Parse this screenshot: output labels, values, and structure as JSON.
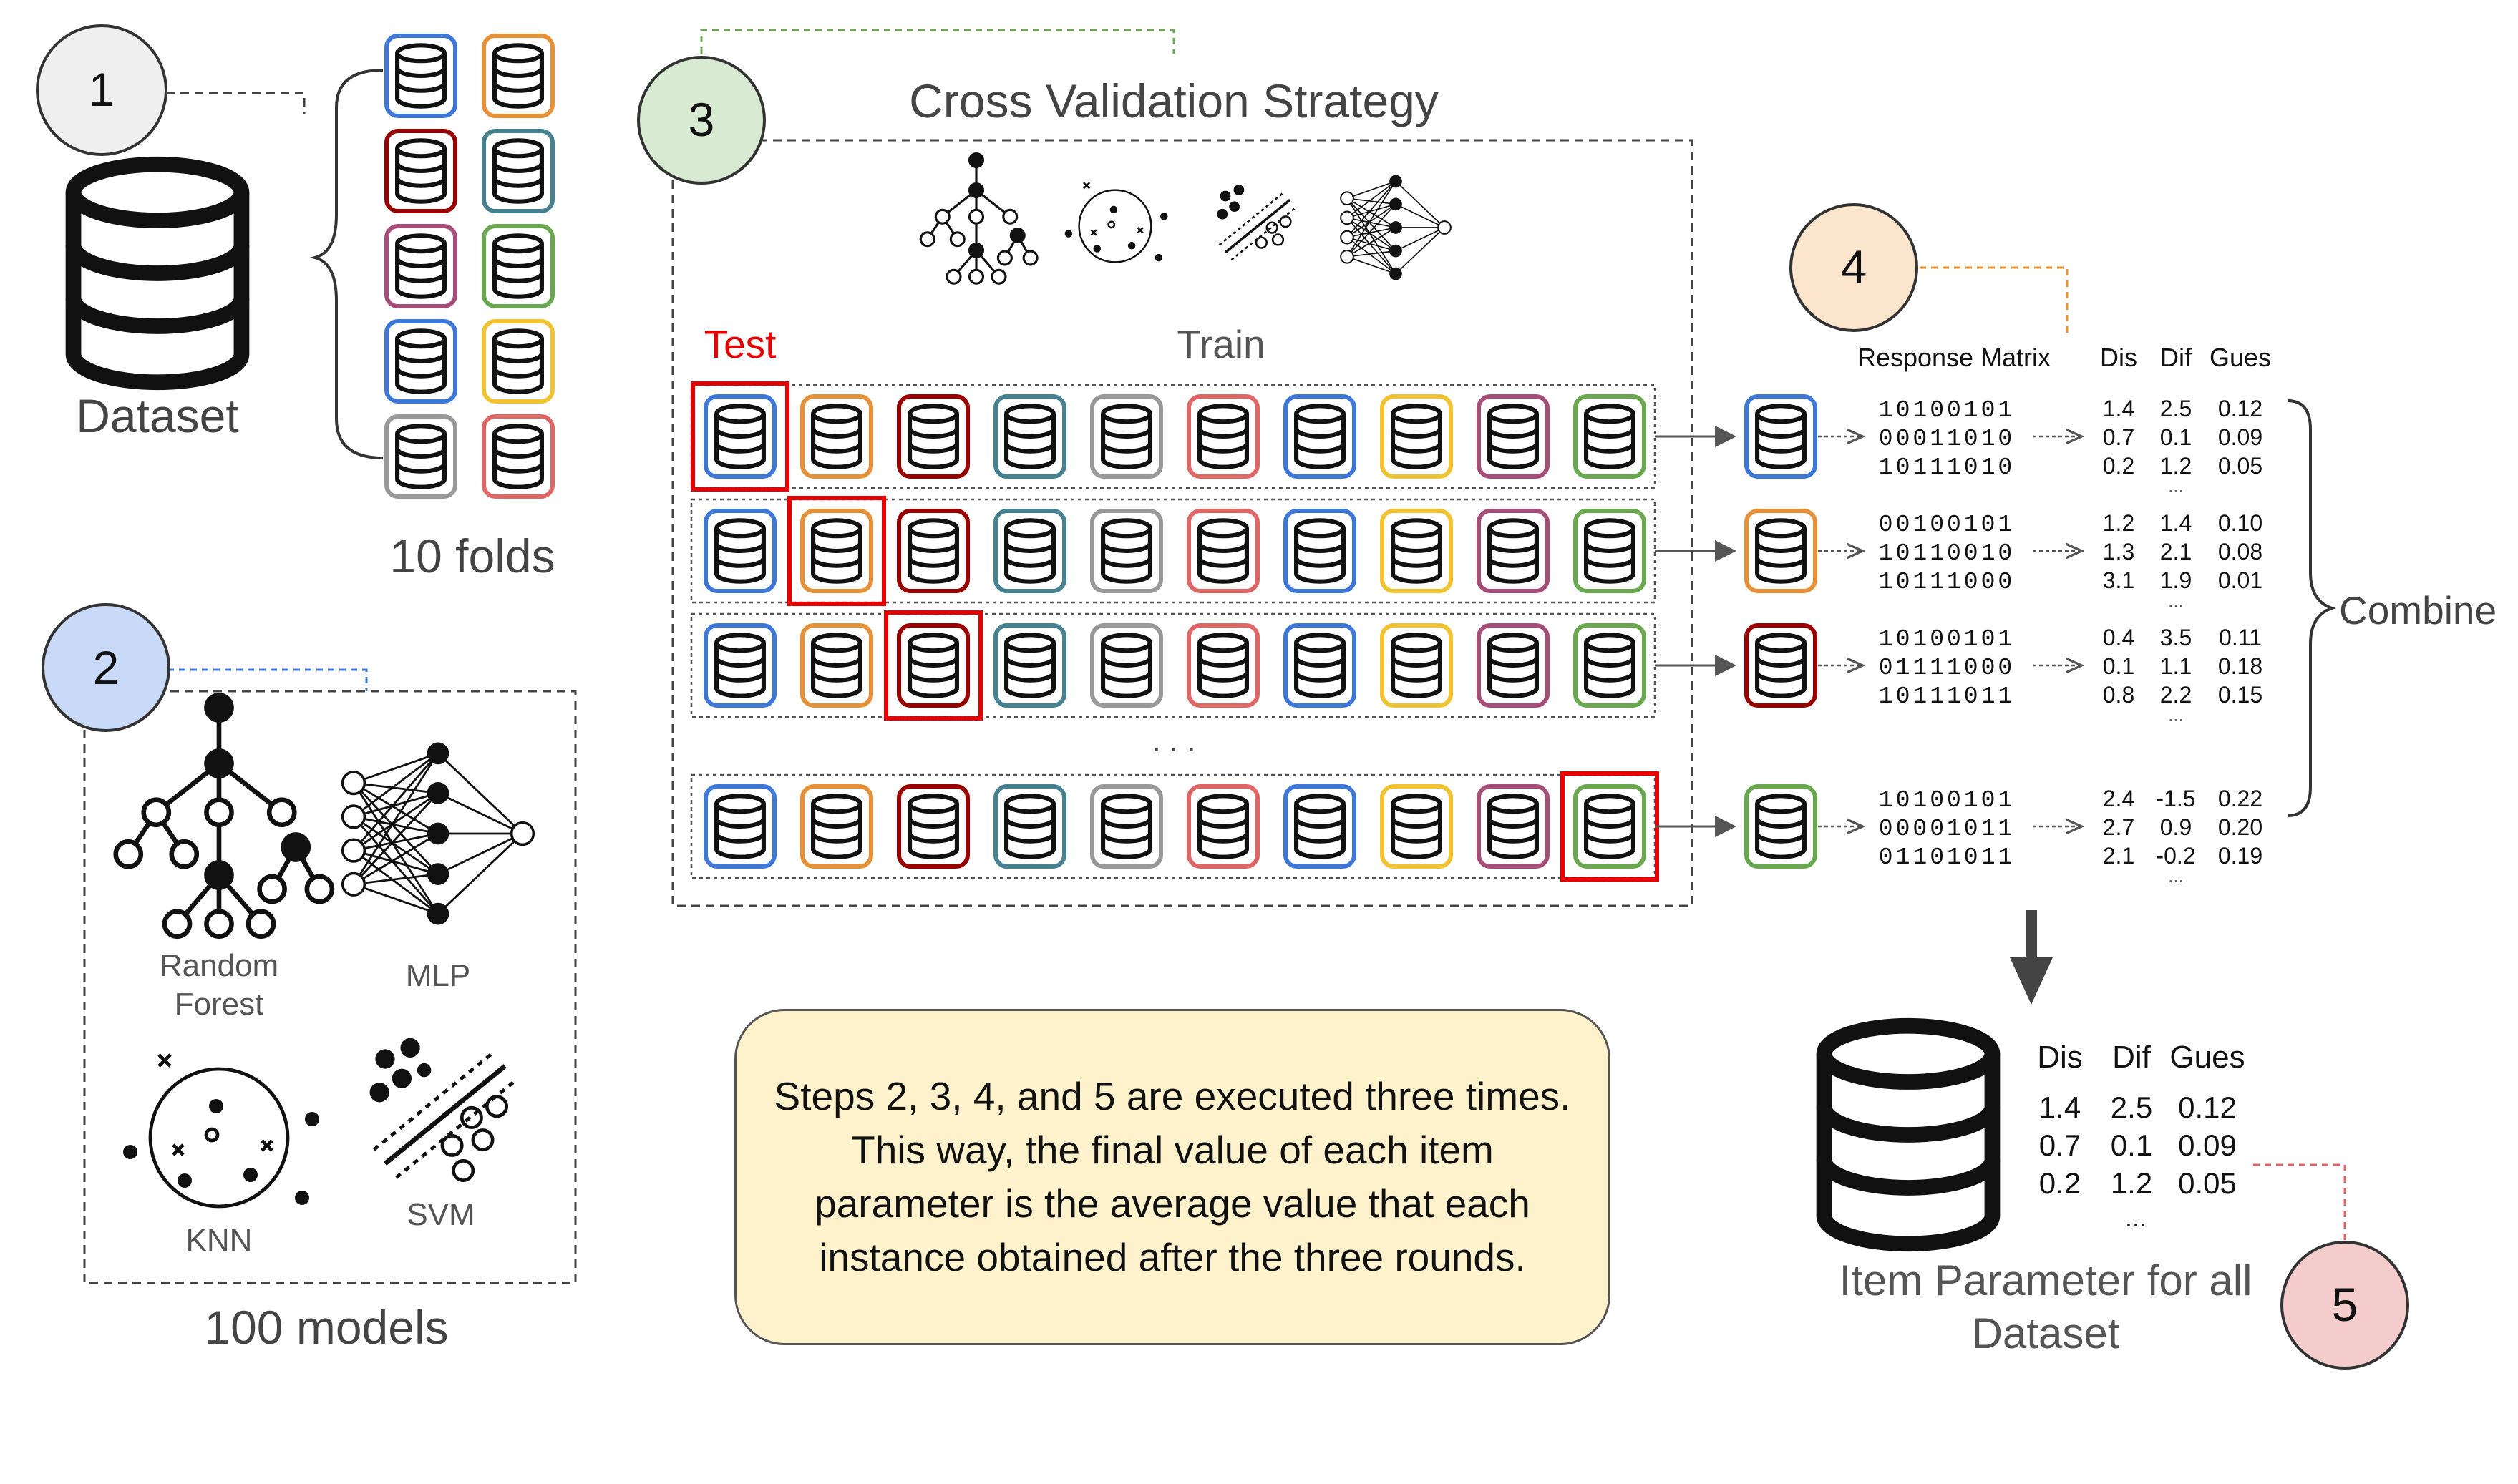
{
  "steps": {
    "s1": "1",
    "s2": "2",
    "s3": "3",
    "s4": "4",
    "s5": "5"
  },
  "labels": {
    "dataset": "Dataset",
    "ten_folds": "10 folds",
    "hundred_models": "100 models",
    "cv_title": "Cross Validation Strategy",
    "test": "Test",
    "train": "Train",
    "combine": "Combine",
    "response_matrix": "Response Matrix",
    "item_param_line1": "Item Parameter for all",
    "item_param_line2": "Dataset",
    "ellipsis_h": ". . .",
    "ellipsis": "..."
  },
  "models": {
    "random_forest_line1": "Random",
    "random_forest_line2": "Forest",
    "mlp": "MLP",
    "knn": "KNN",
    "svm": "SVM"
  },
  "param_headers": {
    "dis": "Dis",
    "dif": "Dif",
    "gues": "Gues"
  },
  "rounds": [
    {
      "responses": [
        "10100101",
        "00011010",
        "10111010"
      ],
      "params": [
        [
          "1.4",
          "2.5",
          "0.12"
        ],
        [
          "0.7",
          "0.1",
          "0.09"
        ],
        [
          "0.2",
          "1.2",
          "0.05"
        ]
      ]
    },
    {
      "responses": [
        "00100101",
        "10110010",
        "10111000"
      ],
      "params": [
        [
          "1.2",
          "1.4",
          "0.10"
        ],
        [
          "1.3",
          "2.1",
          "0.08"
        ],
        [
          "3.1",
          "1.9",
          "0.01"
        ]
      ]
    },
    {
      "responses": [
        "10100101",
        "01111000",
        "10111011"
      ],
      "params": [
        [
          "0.4",
          "3.5",
          "0.11"
        ],
        [
          "0.1",
          "1.1",
          "0.18"
        ],
        [
          "0.8",
          "2.2",
          "0.15"
        ]
      ]
    },
    {
      "responses": [
        "10100101",
        "00001011",
        "01101011"
      ],
      "params": [
        [
          "2.4",
          "-1.5",
          "0.22"
        ],
        [
          "2.7",
          "0.9",
          "0.20"
        ],
        [
          "2.1",
          "-0.2",
          "0.19"
        ]
      ]
    }
  ],
  "final_params": [
    [
      "1.4",
      "2.5",
      "0.12"
    ],
    [
      "0.7",
      "0.1",
      "0.09"
    ],
    [
      "0.2",
      "1.2",
      "0.05"
    ]
  ],
  "note": "Steps 2, 3, 4, and 5 are executed three times. This way, the final value of each item parameter is the average value that each instance obtained after the three rounds.",
  "colors": {
    "step1": "#efefef",
    "step2": "#c9daf8",
    "step3": "#d9ead3",
    "step4": "#fce5cd",
    "step5": "#f4cccc",
    "test_red": "#e60000",
    "note_bg": "#fef2cc",
    "fold_palette": [
      "#3d78d8",
      "#e69138",
      "#990000",
      "#45818e",
      "#999999",
      "#e06666",
      "#3d78d8",
      "#f1c232",
      "#a64d79",
      "#6aa84f"
    ]
  }
}
